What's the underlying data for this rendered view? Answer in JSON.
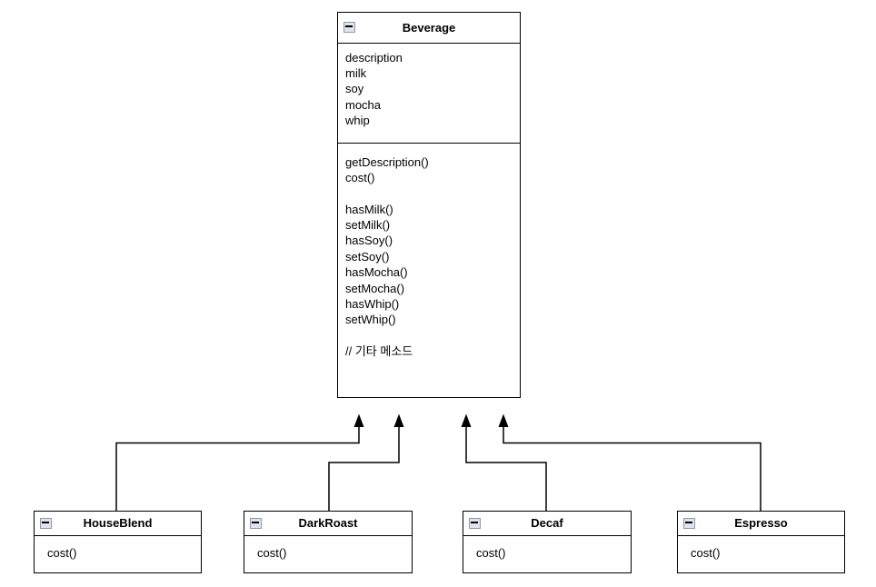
{
  "diagram_type": "uml-class-diagram",
  "classes": {
    "beverage": {
      "title": "Beverage",
      "attributes": [
        "description",
        "milk",
        "soy",
        "mocha",
        "whip"
      ],
      "methods": [
        "getDescription()",
        "cost()",
        "",
        "hasMilk()",
        "setMilk()",
        "hasSoy()",
        "setSoy()",
        "hasMocha()",
        "setMocha()",
        "hasWhip()",
        "setWhip()",
        "",
        "// 기타 메소드"
      ]
    },
    "houseblend": {
      "title": "HouseBlend",
      "methods": [
        "cost()"
      ]
    },
    "darkroast": {
      "title": "DarkRoast",
      "methods": [
        "cost()"
      ]
    },
    "decaf": {
      "title": "Decaf",
      "methods": [
        "cost()"
      ]
    },
    "espresso": {
      "title": "Espresso",
      "methods": [
        "cost()"
      ]
    }
  },
  "relationships": [
    {
      "from": "HouseBlend",
      "to": "Beverage",
      "type": "generalization"
    },
    {
      "from": "DarkRoast",
      "to": "Beverage",
      "type": "generalization"
    },
    {
      "from": "Decaf",
      "to": "Beverage",
      "type": "generalization"
    },
    {
      "from": "Espresso",
      "to": "Beverage",
      "type": "generalization"
    }
  ],
  "icons": {
    "collapse": "minus"
  },
  "colors": {
    "background": "#ffffff",
    "box_fill": "#ffffff",
    "border": "#000000",
    "text": "#000000",
    "connector": "#000000",
    "arrowhead_fill": "#000000",
    "collapse_fill": "#dfe3ec",
    "collapse_border": "#8e99ad"
  }
}
